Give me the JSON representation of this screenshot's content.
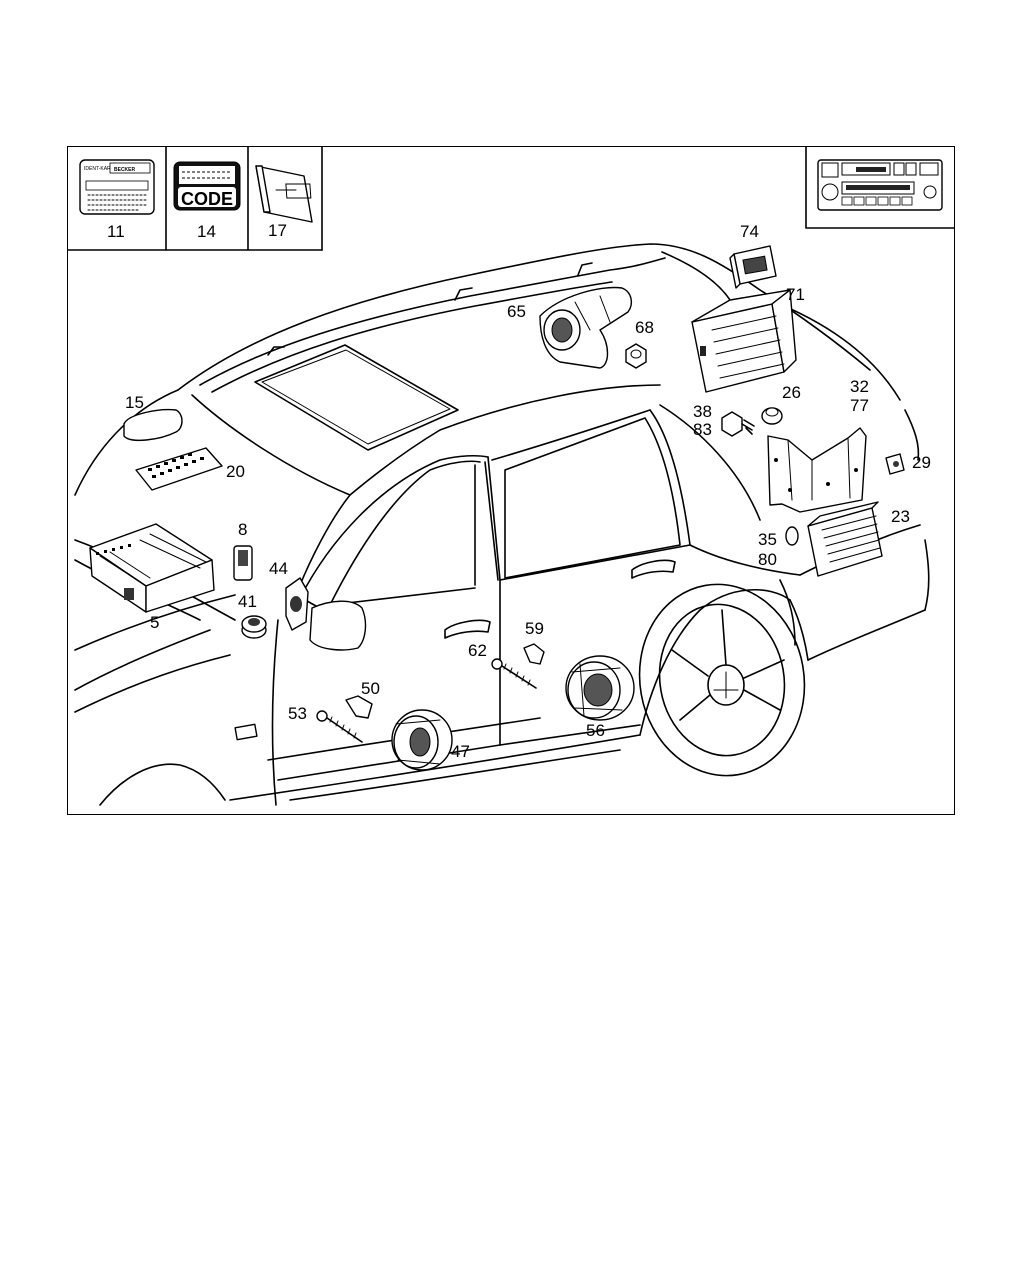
{
  "diagram": {
    "inset_labels": {
      "ident_card": "11",
      "code_card": "14",
      "manual": "17"
    },
    "ident_card_text": {
      "line1": "IDENT-KARTE",
      "brand": "BECKER"
    },
    "code_card_text": "CODE",
    "callouts": [
      {
        "id": "c74",
        "text": "74"
      },
      {
        "id": "c71",
        "text": "71"
      },
      {
        "id": "c65",
        "text": "65"
      },
      {
        "id": "c68",
        "text": "68"
      },
      {
        "id": "c26",
        "text": "26"
      },
      {
        "id": "c32",
        "text": "32"
      },
      {
        "id": "c77",
        "text": "77"
      },
      {
        "id": "c38",
        "text": "38"
      },
      {
        "id": "c83",
        "text": "83"
      },
      {
        "id": "c29",
        "text": "29"
      },
      {
        "id": "c23",
        "text": "23"
      },
      {
        "id": "c35",
        "text": "35"
      },
      {
        "id": "c80",
        "text": "80"
      },
      {
        "id": "c15",
        "text": "15"
      },
      {
        "id": "c20",
        "text": "20"
      },
      {
        "id": "c8",
        "text": "8"
      },
      {
        "id": "c44",
        "text": "44"
      },
      {
        "id": "c41",
        "text": "41"
      },
      {
        "id": "c5",
        "text": "5"
      },
      {
        "id": "c59",
        "text": "59"
      },
      {
        "id": "c62",
        "text": "62"
      },
      {
        "id": "c50",
        "text": "50"
      },
      {
        "id": "c53",
        "text": "53"
      },
      {
        "id": "c47",
        "text": "47"
      },
      {
        "id": "c56",
        "text": "56"
      }
    ]
  }
}
